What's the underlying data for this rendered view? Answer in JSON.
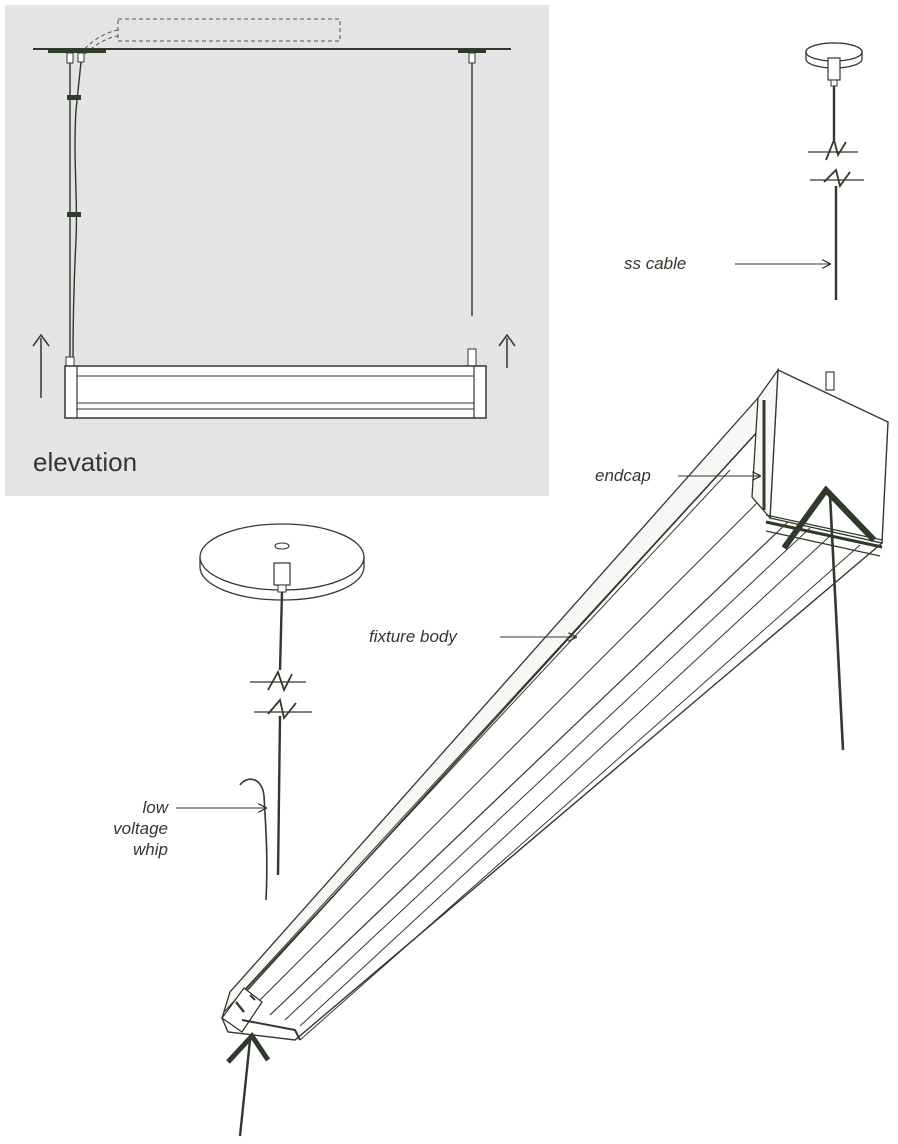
{
  "labels": {
    "elevation": "elevation",
    "ss_cable": "ss cable",
    "endcap": "endcap",
    "fixture_body": "fixture body",
    "low_voltage_whip_1": "low",
    "low_voltage_whip_2": "voltage",
    "low_voltage_whip_3": "whip"
  },
  "colors": {
    "ink": "#2f3a2b",
    "panel": "#e4e4e4",
    "fill_light": "#f7f7f5"
  }
}
